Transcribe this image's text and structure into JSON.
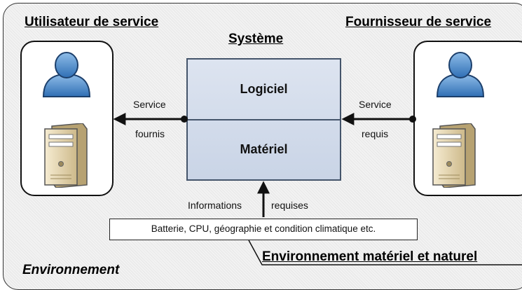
{
  "labels": {
    "user": "Utilisateur de service",
    "provider": "Fournisseur de service",
    "system": "Système",
    "software": "Logiciel",
    "hardware": "Matériel",
    "service_provided_top": "Service",
    "service_provided_bottom": "fournis",
    "service_required_top": "Service",
    "service_required_bottom": "requis",
    "info_left": "Informations",
    "info_right": "requises",
    "env_box": "Batterie, CPU, géographie et condition climatique etc.",
    "env_hw": "Environnement matériel et naturel",
    "environment": "Environnement"
  },
  "icons": {
    "person": "person-icon",
    "server": "server-icon"
  },
  "colors": {
    "system_fill": "#c9d4e6",
    "person_blue": "#4a86c8",
    "server_beige": "#e8d9b5"
  }
}
